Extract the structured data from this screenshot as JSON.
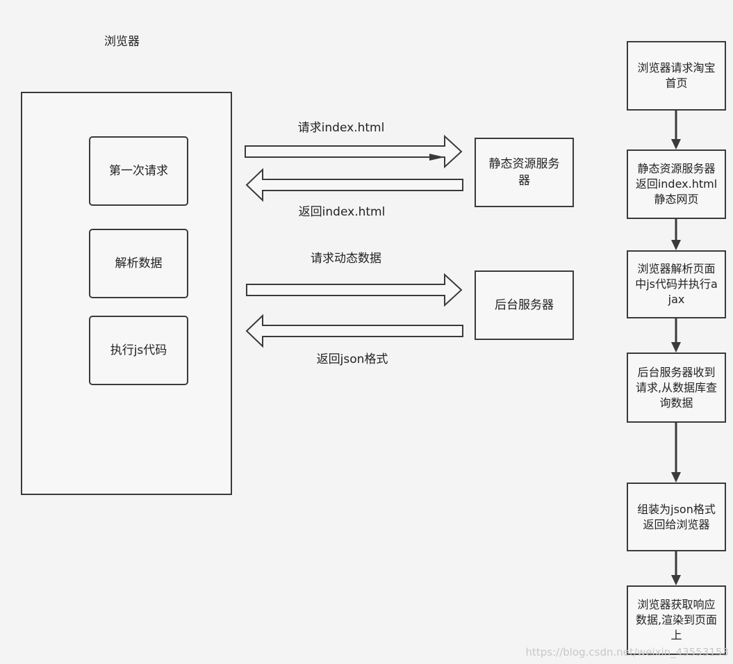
{
  "browser_title": "浏览器",
  "browser_steps": [
    "第一次请求",
    "解析数据",
    "执行js代码"
  ],
  "servers": {
    "static": "静态资源服务器",
    "backend": "后台服务器"
  },
  "arrows": {
    "req_index": "请求index.html",
    "ret_index": "返回index.html",
    "req_dynamic": "请求动态数据",
    "ret_json": "返回json格式"
  },
  "flow": [
    "浏览器请求淘宝首页",
    "静态资源服务器返回index.html静态网页",
    "浏览器解析页面中js代码并执行ajax",
    "后台服务器收到请求,从数据库查询数据",
    "组装为json格式返回给浏览器",
    "浏览器获取响应数据,渲染到页面上"
  ],
  "watermark": "https://blog.csdn.net/weixin_43553153"
}
